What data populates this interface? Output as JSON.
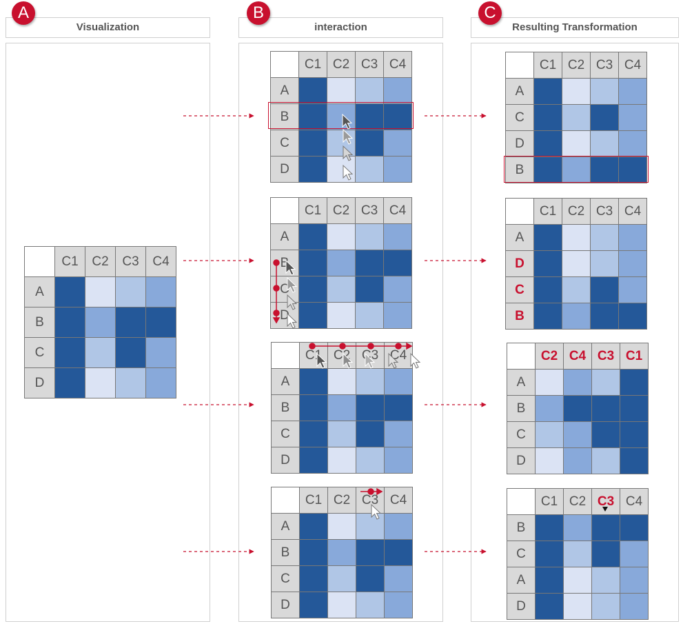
{
  "panels": [
    {
      "badge": "A",
      "title": "Visualization"
    },
    {
      "badge": "B",
      "title": "interaction"
    },
    {
      "badge": "C",
      "title": "Resulting Transformation"
    }
  ],
  "colors": {
    "accent": "#c8102e",
    "v1": "#dbe3f4",
    "v2": "#b0c6e6",
    "v3": "#88a9da",
    "v4": "#245899",
    "header": "#d9d9d9"
  },
  "matrices": {
    "viz": {
      "cols": [
        "C1",
        "C2",
        "C3",
        "C4"
      ],
      "rows": [
        {
          "label": "A",
          "values": [
            4,
            1,
            2,
            3
          ]
        },
        {
          "label": "B",
          "values": [
            4,
            3,
            4,
            4
          ]
        },
        {
          "label": "C",
          "values": [
            4,
            2,
            4,
            3
          ]
        },
        {
          "label": "D",
          "values": [
            4,
            1,
            2,
            3
          ]
        }
      ]
    },
    "i1": {
      "cols": [
        "C1",
        "C2",
        "C3",
        "C4"
      ],
      "rows": [
        {
          "label": "A",
          "values": [
            4,
            1,
            2,
            3
          ]
        },
        {
          "label": "B",
          "values": [
            4,
            3,
            4,
            4
          ]
        },
        {
          "label": "C",
          "values": [
            4,
            2,
            4,
            3
          ]
        },
        {
          "label": "D",
          "values": [
            4,
            1,
            2,
            3
          ]
        }
      ]
    },
    "i2": {
      "cols": [
        "C1",
        "C2",
        "C3",
        "C4"
      ],
      "rows": [
        {
          "label": "A",
          "values": [
            4,
            1,
            2,
            3
          ]
        },
        {
          "label": "B",
          "values": [
            4,
            3,
            4,
            4
          ]
        },
        {
          "label": "C",
          "values": [
            4,
            2,
            4,
            3
          ]
        },
        {
          "label": "D",
          "values": [
            4,
            1,
            2,
            3
          ]
        }
      ]
    },
    "i3": {
      "cols": [
        "C1",
        "C2",
        "C3",
        "C4"
      ],
      "rows": [
        {
          "label": "A",
          "values": [
            4,
            1,
            2,
            3
          ]
        },
        {
          "label": "B",
          "values": [
            4,
            3,
            4,
            4
          ]
        },
        {
          "label": "C",
          "values": [
            4,
            2,
            4,
            3
          ]
        },
        {
          "label": "D",
          "values": [
            4,
            1,
            2,
            3
          ]
        }
      ]
    },
    "i4": {
      "cols": [
        "C1",
        "C2",
        "C3",
        "C4"
      ],
      "rows": [
        {
          "label": "A",
          "values": [
            4,
            1,
            2,
            3
          ]
        },
        {
          "label": "B",
          "values": [
            4,
            3,
            4,
            4
          ]
        },
        {
          "label": "C",
          "values": [
            4,
            2,
            4,
            3
          ]
        },
        {
          "label": "D",
          "values": [
            4,
            1,
            2,
            3
          ]
        }
      ]
    },
    "r1": {
      "cols": [
        "C1",
        "C2",
        "C3",
        "C4"
      ],
      "rows": [
        {
          "label": "A",
          "values": [
            4,
            1,
            2,
            3
          ]
        },
        {
          "label": "C",
          "values": [
            4,
            2,
            4,
            3
          ]
        },
        {
          "label": "D",
          "values": [
            4,
            1,
            2,
            3
          ]
        },
        {
          "label": "B",
          "values": [
            4,
            3,
            4,
            4
          ]
        }
      ]
    },
    "r2": {
      "cols": [
        "C1",
        "C2",
        "C3",
        "C4"
      ],
      "rows": [
        {
          "label": "A",
          "values": [
            4,
            1,
            2,
            3
          ]
        },
        {
          "label": "D",
          "values": [
            4,
            1,
            2,
            3
          ],
          "highlight": true
        },
        {
          "label": "C",
          "values": [
            4,
            2,
            4,
            3
          ],
          "highlight": true
        },
        {
          "label": "B",
          "values": [
            4,
            3,
            4,
            4
          ],
          "highlight": true
        }
      ]
    },
    "r3": {
      "cols": [
        "C2",
        "C4",
        "C3",
        "C1"
      ],
      "highlight_cols": true,
      "rows": [
        {
          "label": "A",
          "values": [
            1,
            3,
            2,
            4
          ]
        },
        {
          "label": "B",
          "values": [
            3,
            4,
            4,
            4
          ]
        },
        {
          "label": "C",
          "values": [
            2,
            3,
            4,
            4
          ]
        },
        {
          "label": "D",
          "values": [
            1,
            3,
            2,
            4
          ]
        }
      ]
    },
    "r4": {
      "cols": [
        "C1",
        "C2",
        "C3",
        "C4"
      ],
      "highlight_col_index": 2,
      "rows": [
        {
          "label": "B",
          "values": [
            4,
            3,
            4,
            4
          ]
        },
        {
          "label": "C",
          "values": [
            4,
            2,
            4,
            3
          ]
        },
        {
          "label": "A",
          "values": [
            4,
            1,
            2,
            3
          ]
        },
        {
          "label": "D",
          "values": [
            4,
            1,
            2,
            3
          ]
        }
      ]
    }
  }
}
